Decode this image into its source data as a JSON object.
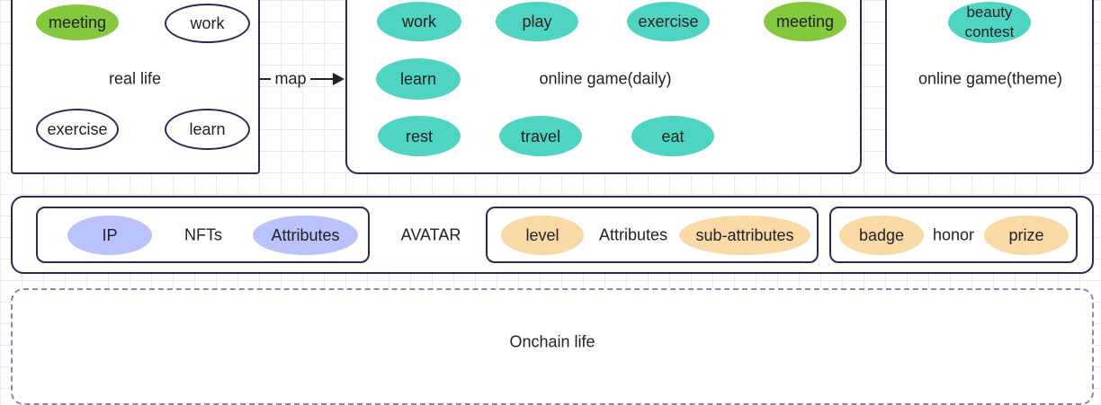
{
  "real_life": {
    "label": "real life",
    "items": [
      "meeting",
      "work",
      "exercise",
      "learn"
    ]
  },
  "map_label": "map",
  "online_game_daily": {
    "label": "online game(daily)",
    "items": [
      "work",
      "play",
      "exercise",
      "meeting",
      "learn",
      "rest",
      "travel",
      "eat"
    ]
  },
  "online_game_theme": {
    "label": "online game(theme)",
    "items": [
      "beauty contest"
    ]
  },
  "avatar": {
    "label": "AVATAR",
    "nfts": {
      "label": "NFTs",
      "items": [
        "IP",
        "Attributes"
      ]
    },
    "attributes": {
      "label": "Attributes",
      "items": [
        "level",
        "sub-attributes"
      ]
    },
    "honor": {
      "label": "honor",
      "items": [
        "badge",
        "prize"
      ]
    }
  },
  "onchain": {
    "label": "Onchain life"
  }
}
